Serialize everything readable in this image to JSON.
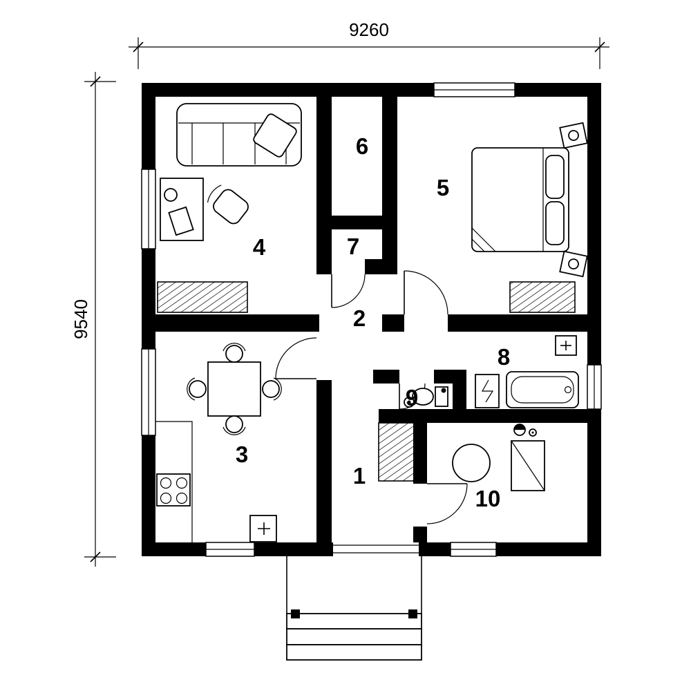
{
  "plan": {
    "dimensions": {
      "width": "9260",
      "height": "9540"
    },
    "rooms": {
      "r1": "1",
      "r2": "2",
      "r3": "3",
      "r4": "4",
      "r5": "5",
      "r6": "6",
      "r7": "7",
      "r8": "8",
      "r9": "9",
      "r10": "10"
    },
    "colors": {
      "walls": "#000000",
      "background": "#ffffff"
    },
    "icons": [
      "sofa-icon",
      "cushion-icon",
      "desk-icon",
      "armchair-icon",
      "wardrobe-icon",
      "bed-icon",
      "nightstand-icon",
      "dining-table-icon",
      "chair-icon",
      "kitchen-counter-icon",
      "stove-icon",
      "service-box-icon",
      "toilet-icon",
      "sink-icon",
      "bathtub-icon",
      "water-heater-icon",
      "access-panel-icon",
      "boiler-icon",
      "washing-machine-icon",
      "valve-icon",
      "door-arc-icon",
      "window-icon",
      "porch-steps-icon",
      "dimension-line-icon"
    ]
  }
}
